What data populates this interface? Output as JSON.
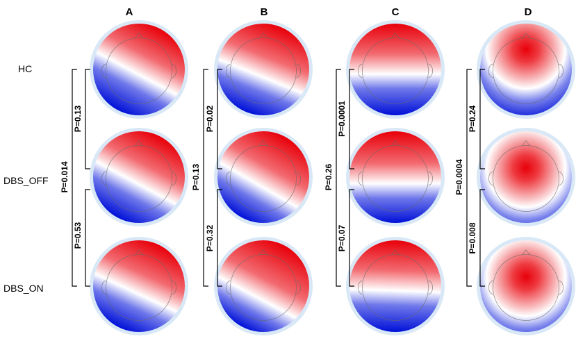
{
  "columns": [
    {
      "label": "A"
    },
    {
      "label": "B"
    },
    {
      "label": "C"
    },
    {
      "label": "D"
    }
  ],
  "rows": [
    {
      "label": "HC"
    },
    {
      "label": "DBS_OFF"
    },
    {
      "label": "DBS_ON"
    }
  ],
  "comparisons": [
    [
      {
        "pair": "HC-DBS_OFF",
        "text": "P=0.13"
      },
      {
        "pair": "DBS_OFF-DBS_ON",
        "text": "P=0.53"
      },
      {
        "pair": "HC-DBS_ON",
        "text": "P=0.014"
      }
    ],
    [
      {
        "pair": "HC-DBS_OFF",
        "text": "P=0.02"
      },
      {
        "pair": "DBS_OFF-DBS_ON",
        "text": "P=0.32"
      },
      {
        "pair": "HC-DBS_ON",
        "text": "P=0.13"
      }
    ],
    [
      {
        "pair": "HC-DBS_OFF",
        "text": "P=0.0001"
      },
      {
        "pair": "DBS_OFF-DBS_ON",
        "text": "P=0.07"
      },
      {
        "pair": "HC-DBS_ON",
        "text": "P=0.26"
      }
    ],
    [
      {
        "pair": "HC-DBS_OFF",
        "text": "P=0.24"
      },
      {
        "pair": "DBS_OFF-DBS_ON",
        "text": "P=0.008"
      },
      {
        "pair": "HC-DBS_ON",
        "text": "P=0.0004"
      }
    ]
  ],
  "colors": {
    "positive": "#e8000a",
    "negative": "#0010d8",
    "neutral": "#ffffff",
    "halo": "#d8e8f6",
    "outline": "#6a6a6a",
    "bracket": "#000000"
  }
}
